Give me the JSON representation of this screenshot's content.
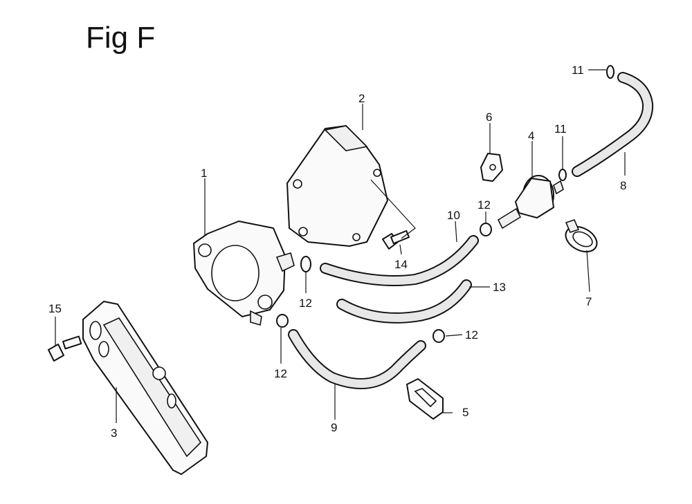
{
  "title": "Fig F",
  "callouts": [
    {
      "id": "c1",
      "text": "1"
    },
    {
      "id": "c2",
      "text": "2"
    },
    {
      "id": "c3",
      "text": "3"
    },
    {
      "id": "c4",
      "text": "4"
    },
    {
      "id": "c5",
      "text": "5"
    },
    {
      "id": "c6",
      "text": "6"
    },
    {
      "id": "c7",
      "text": "7"
    },
    {
      "id": "c8",
      "text": "8"
    },
    {
      "id": "c9",
      "text": "9"
    },
    {
      "id": "c10",
      "text": "10"
    },
    {
      "id": "c11a",
      "text": "11"
    },
    {
      "id": "c11b",
      "text": "11"
    },
    {
      "id": "c12a",
      "text": "12"
    },
    {
      "id": "c12b",
      "text": "12"
    },
    {
      "id": "c12c",
      "text": "12"
    },
    {
      "id": "c12d",
      "text": "12"
    },
    {
      "id": "c13",
      "text": "13"
    },
    {
      "id": "c14",
      "text": "14"
    },
    {
      "id": "c15",
      "text": "15"
    }
  ]
}
